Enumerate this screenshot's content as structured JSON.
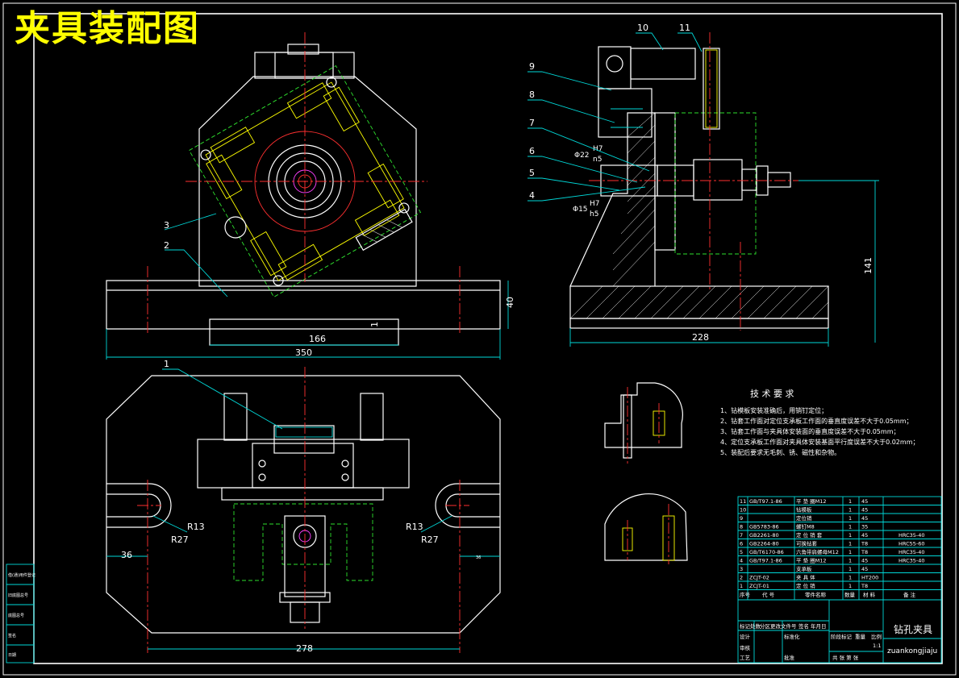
{
  "title": "夹具装配图",
  "dimensions": {
    "front_166": "166",
    "front_350": "350",
    "front_40": "40",
    "front_1": "1",
    "side_228": "228",
    "side_141": "141",
    "top_278": "278",
    "top_36": "36",
    "top_36r": "36",
    "top_R13_left": "R13",
    "top_R27_left": "R27",
    "top_R13_right": "R13",
    "top_R27_right": "R27"
  },
  "fits": {
    "phi22": "Φ22",
    "h7n5_top": "H7",
    "h7n5_bot": "n5",
    "phi15": "Φ15",
    "h7h5_top": "H7",
    "h7h5_bot": "h5"
  },
  "front_callouts": [
    "3",
    "2"
  ],
  "top_callouts": [
    "1"
  ],
  "side_callouts": [
    "10",
    "11",
    "9",
    "8",
    "7",
    "6",
    "5",
    "4"
  ],
  "requirements": {
    "heading": "技 术 要 求",
    "items": [
      "1、钻模板安装准确后，用销钉定位；",
      "2、钻套工作面对定位支承板工作面的垂直度误差不大于0.05mm；",
      "3、钻套工作面与夹具体安装面的垂直度误差不大于0.05mm；",
      "4、定位支承板工作面对夹具体安装基面平行度误差不大于0.02mm；",
      "5、装配后要求无毛刺、锈、磁性和杂物。"
    ]
  },
  "parts_table": {
    "rows": [
      [
        "11",
        "GB/T97.1-86",
        "平 垫 圈M12",
        "1",
        "45",
        ""
      ],
      [
        "10",
        "",
        "钻模板",
        "1",
        "45",
        ""
      ],
      [
        "9",
        "",
        "定位销",
        "1",
        "45",
        ""
      ],
      [
        "8",
        "GB5783-86",
        "螺钉M8",
        "1",
        "35",
        ""
      ],
      [
        "7",
        "GB2261-80",
        "定 位 销 套",
        "1",
        "45",
        "HRC35-40"
      ],
      [
        "6",
        "GB2264-80",
        "可换钻套",
        "1",
        "T8",
        "HRC55-60"
      ],
      [
        "5",
        "GB/T6170-86",
        "六角带肩螺母M12",
        "1",
        "T8",
        "HRC35-40"
      ],
      [
        "4",
        "GB/T97.1-86",
        "平 垫 圈M12",
        "1",
        "45",
        "HRC35-40"
      ],
      [
        "3",
        "",
        "支承板",
        "1",
        "45",
        ""
      ],
      [
        "2",
        "ZCJT-02",
        "夹 具 体",
        "1",
        "HT200",
        ""
      ],
      [
        "1",
        "ZCJT-01",
        "定 位 销",
        "1",
        "T8",
        ""
      ]
    ],
    "header": [
      "序号",
      "代 号",
      "零件名称",
      "数量",
      "材 料",
      "备 注"
    ]
  },
  "title_block": {
    "name": "钻孔夹具",
    "code": "zuankongjiaju",
    "scale": "1:1",
    "labels": [
      "标记",
      "处数",
      "分区",
      "更改文件号",
      "签名",
      "年月日",
      "设计",
      "标准化",
      "阶段标记",
      "重量",
      "比例",
      "审核",
      "工艺",
      "批准",
      "共 张 第 张"
    ]
  },
  "left_strip": [
    "借(通)用件登记",
    "旧底图总号",
    "底图总号",
    "签名",
    "日期"
  ]
}
